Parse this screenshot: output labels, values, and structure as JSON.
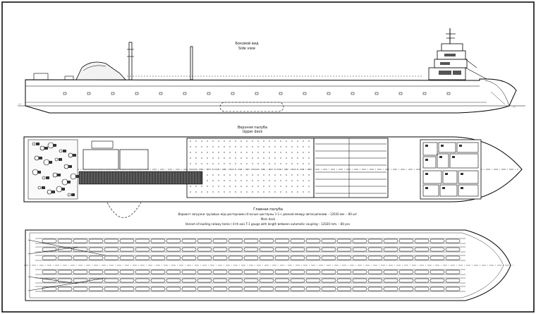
{
  "side_view": {
    "title_ru": "Боковой вид",
    "title_en": "Side view"
  },
  "upper_deck": {
    "title_ru": "Верхняя палуба",
    "title_en": "Upper deck"
  },
  "main_deck": {
    "title_ru": "Главная палуба",
    "caption_ru": "Вариант загрузки грузовых ж/д цистернами (4-осные цистерны 1-1 с длиной между автосцепками – 12020 мм. – 80 шт.",
    "caption_en_head": "Main deck",
    "caption_en": "Variant of loading railway tanks ( 4-th axis T-1 gauge with length between automatic coupling – 12020 mm. – 80 pcs."
  }
}
